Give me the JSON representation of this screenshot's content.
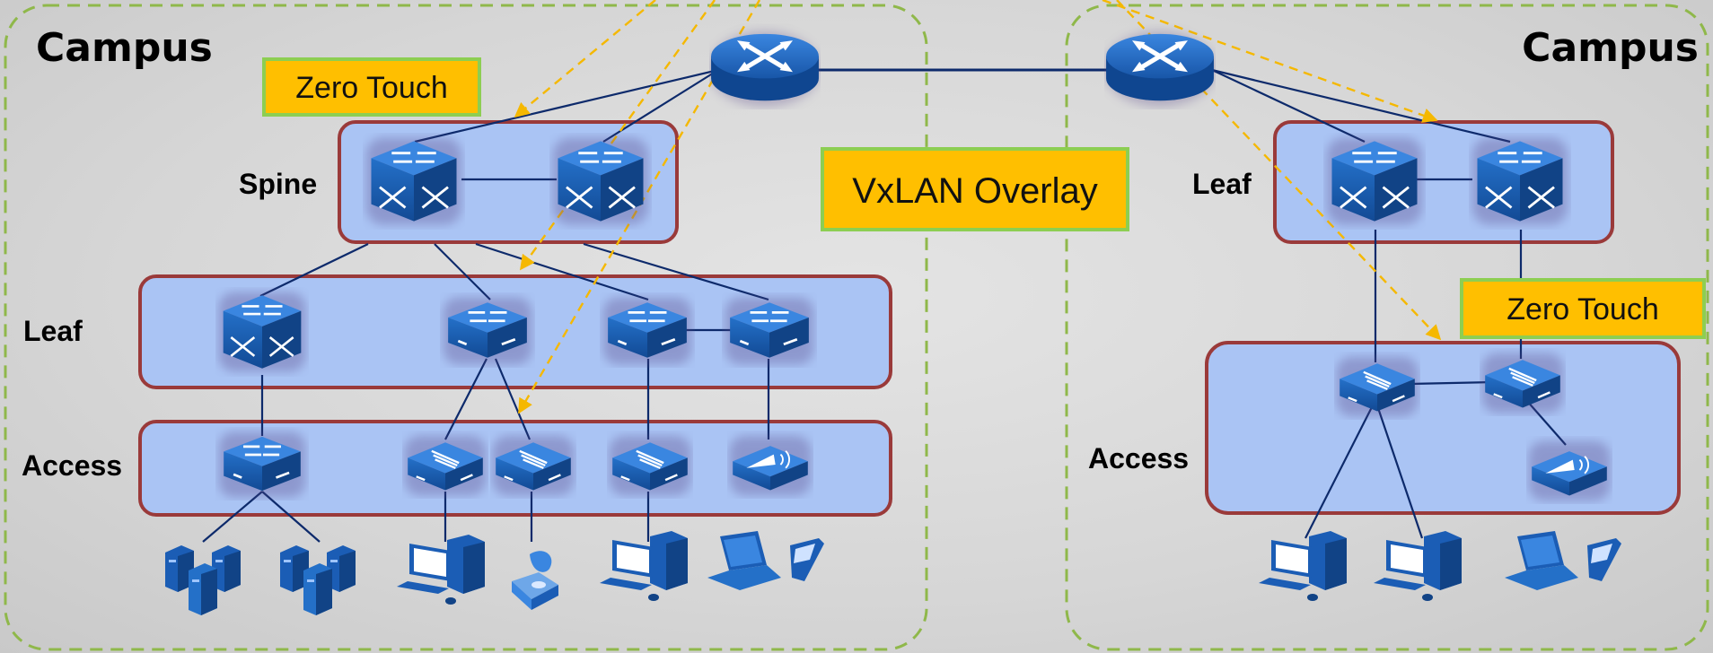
{
  "campus_left": {
    "title": "Campus",
    "callout": "Zero Touch",
    "tiers": {
      "spine": "Spine",
      "leaf": "Leaf",
      "access": "Access"
    }
  },
  "campus_right": {
    "title": "Campus",
    "callout": "Zero Touch",
    "tiers": {
      "leaf": "Leaf",
      "access": "Access"
    }
  },
  "overlay_label": "VxLAN Overlay",
  "colors": {
    "campus_border": "#8fb84a",
    "tier_fill": "#aac4f4",
    "tier_border": "#9a3a3a",
    "callout_fill": "#ffbf00",
    "callout_border": "#8dce52",
    "device_blue": "#1b5db5",
    "link": "#0d2a6b",
    "arrow": "#f5b800"
  },
  "icons": [
    "router-icon",
    "core-switch-icon",
    "l3-switch-icon",
    "l2-switch-icon",
    "wireless-ap-icon",
    "server-icon",
    "desktop-pc-icon",
    "ip-phone-icon",
    "laptop-pda-icon"
  ]
}
